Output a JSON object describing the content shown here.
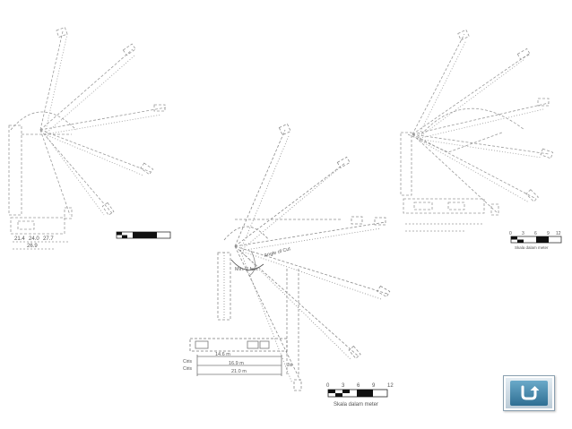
{
  "diagram": {
    "left": {
      "dims": [
        "21.4",
        "24.0",
        "27.7",
        "26.9"
      ]
    },
    "center": {
      "callout_angle": "Min. 2 feet",
      "callout_top": "Angle of Cut",
      "dims": [
        "14.6 m",
        "16.9 m",
        "21.0 m"
      ],
      "side_labels": [
        "Ciris",
        "Ciris",
        "Jis"
      ],
      "scale": {
        "ticks": [
          "0",
          "3",
          "6",
          "9",
          "12"
        ],
        "caption": "Skala dalam meter"
      }
    },
    "right": {
      "scale": {
        "ticks": [
          "0",
          "3",
          "6",
          "9",
          "12"
        ],
        "caption": "Skala dalam meter"
      }
    }
  },
  "nav": {
    "back_icon": "return-arrow-icon",
    "button_color": "#3e7fa6"
  }
}
